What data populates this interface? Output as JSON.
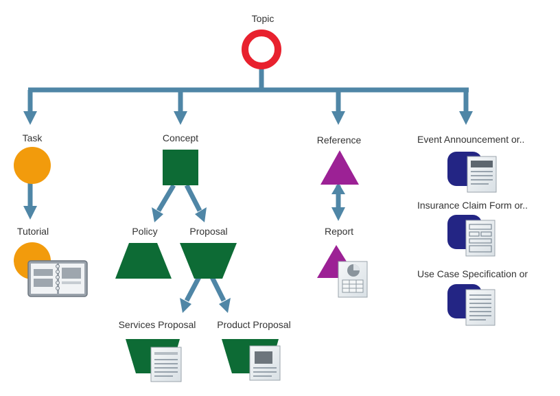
{
  "diagram": {
    "labels": {
      "topic": "Topic",
      "task": "Task",
      "concept": "Concept",
      "reference": "Reference",
      "event": "Event Announcement or..",
      "tutorial": "Tutorial",
      "policy": "Policy",
      "proposal": "Proposal",
      "report": "Report",
      "insurance": "Insurance Claim Form or..",
      "use_case": "Use Case Specification or",
      "services_proposal": "Services Proposal",
      "product_proposal": "Product Proposal"
    },
    "colors": {
      "connector": "#4f86a6",
      "topic_ring": "#e8212e",
      "task": "#f29b0c",
      "concept": "#0d6b35",
      "reference": "#9c2195",
      "template_badge": "#232584",
      "document": "#e9edf0"
    }
  }
}
